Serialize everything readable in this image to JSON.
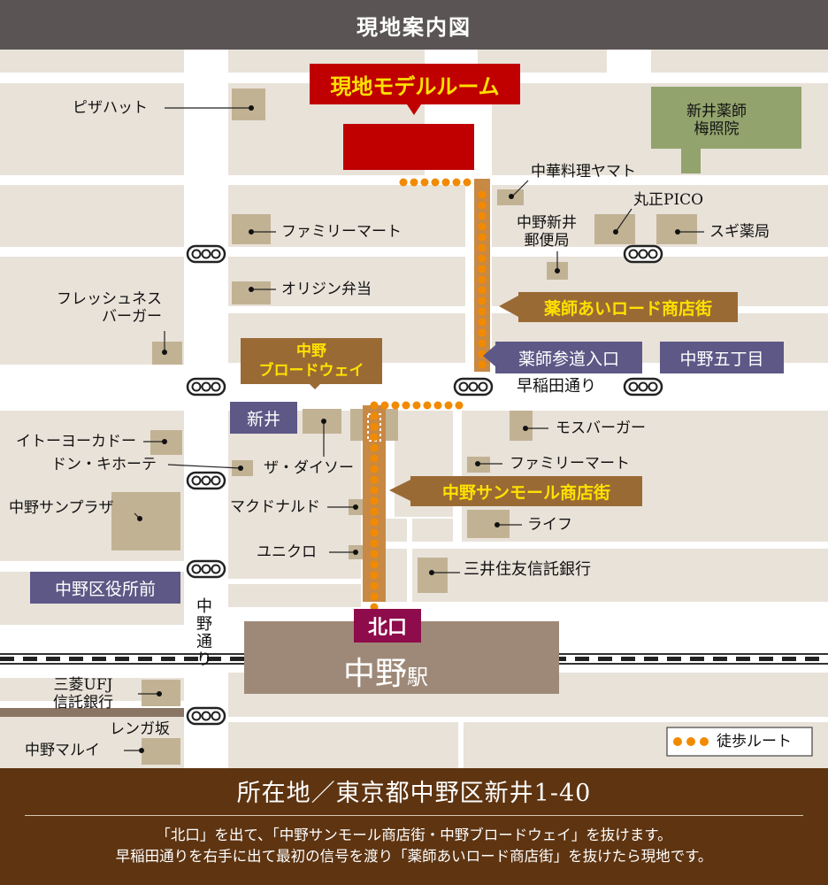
{
  "header": {
    "title": "現地案内図"
  },
  "map": {
    "model_room": "現地モデルルーム",
    "landmarks": {
      "pizza_hut": "ピザハット",
      "familymart_1": "ファミリーマート",
      "origin_bento": "オリジン弁当",
      "freshness_burger": [
        "フレッシュネス",
        "バーガー"
      ],
      "arai_temple": [
        "新井薬師",
        "梅照院"
      ],
      "chuka_yamato": "中華料理ヤマト",
      "marusho_pico": "丸正PICO",
      "post_office": [
        "中野新井",
        "郵便局"
      ],
      "sugi": "スギ薬局",
      "ito_yokado": "イトーヨーカドー",
      "donki": "ドン・キホーテ",
      "daiso": "ザ・ダイソー",
      "mos": "モスバーガー",
      "familymart_2": "ファミリーマート",
      "sunplaza": "中野サンプラザ",
      "mcdonalds": "マクドナルド",
      "life": "ライフ",
      "uniqlo": "ユニクロ",
      "smbc": "三井住友信託銀行",
      "mufg": [
        "三菱UFJ",
        "信託銀行"
      ],
      "renga": "レンガ坂",
      "marui": "中野マルイ"
    },
    "streets": {
      "yakushi_ai_road": "薬師あいロード商店街",
      "broadway": [
        "中野",
        "ブロードウェイ"
      ],
      "sunmall": "中野サンモール商店街",
      "waseda_dori": "早稲田通り",
      "nakano_dori": [
        "中",
        "野",
        "通",
        "り"
      ]
    },
    "intersections": {
      "yakushi_sando": "薬師参道入口",
      "nakano_5chome": "中野五丁目",
      "arai": "新井",
      "kuyakusho": "中野区役所前"
    },
    "station": {
      "exit": "北口",
      "name": "中野",
      "suffix": "駅"
    },
    "legend": {
      "label": "徒歩ルート"
    }
  },
  "footer": {
    "address": "所在地／東京都中野区新井1-40",
    "directions": [
      "「北口」を出て、「中野サンモール商店街・中野ブロードウェイ」を抜けます。",
      "早稲田通りを右手に出て最初の信号を渡り「薬師あいロード商店街」を抜けたら現地です。"
    ]
  },
  "colors": {
    "block": "#e8e2d9",
    "road": "#ffffff",
    "building": "#c2b294",
    "model_room": "#c00000",
    "route_street": "#c88944",
    "route_dot": "#f28a00",
    "park": "#93a36d",
    "intersection_box": "#5d5886",
    "street_label_box": "#9a6a35",
    "station": "#9e8978",
    "exit_box": "#8e0c4c",
    "footer": "#5e3411"
  }
}
